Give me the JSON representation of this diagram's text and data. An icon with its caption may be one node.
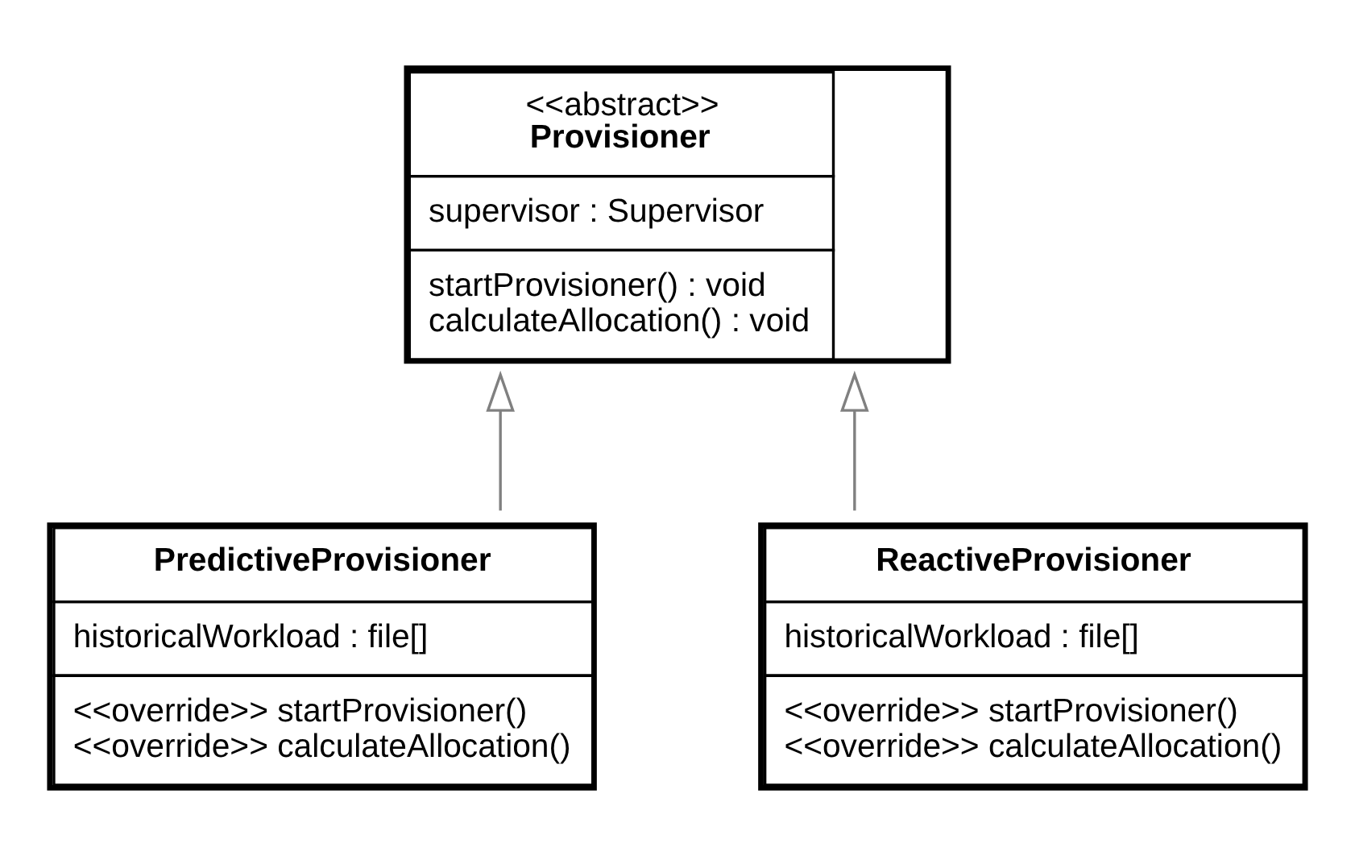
{
  "diagram": {
    "nodes": [
      {
        "text": [
          "<<abstract>>",
          "Provisioner",
          "supervisor : Supervisor",
          "startProvisioner() : void",
          "calculateAllocation() : void"
        ]
      },
      {
        "text": [
          "PredictiveProvisioner",
          "historicalWorkload : file[]",
          "<<override>> startProvisioner()",
          "<<override>> calculateAllocation()"
        ]
      },
      {
        "text": [
          "ReactiveProvisioner",
          "historicalWorkload : file[]",
          "<<override>> startProvisioner()",
          "<<override>> calculateAllocation()"
        ]
      }
    ],
    "edges": [
      {
        "from": 1,
        "to": 0,
        "arrow": "to"
      },
      {
        "from": 2,
        "to": 0,
        "arrow": "to"
      }
    ]
  }
}
